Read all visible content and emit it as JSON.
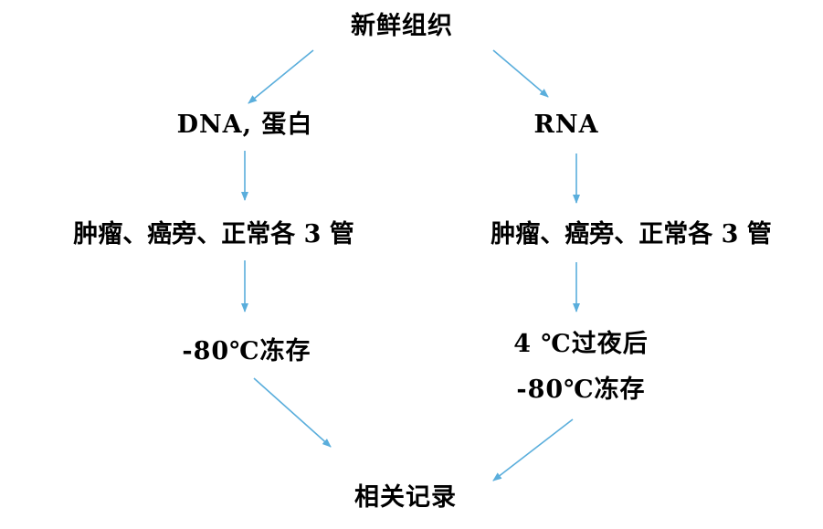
{
  "diagram": {
    "arrow_color": "#5aaedc",
    "text_color": "#000000",
    "nodes": {
      "top": "新鲜组织",
      "left_1": "DNA, 蛋白",
      "right_1": "RNA",
      "left_2": "肿瘤、癌旁、正常各 3 管",
      "right_2": "肿瘤、癌旁、正常各 3 管",
      "left_3": "-80℃冻存",
      "right_3a": "4 ℃过夜后",
      "right_3b": "-80℃冻存",
      "bottom": "相关记录"
    }
  }
}
